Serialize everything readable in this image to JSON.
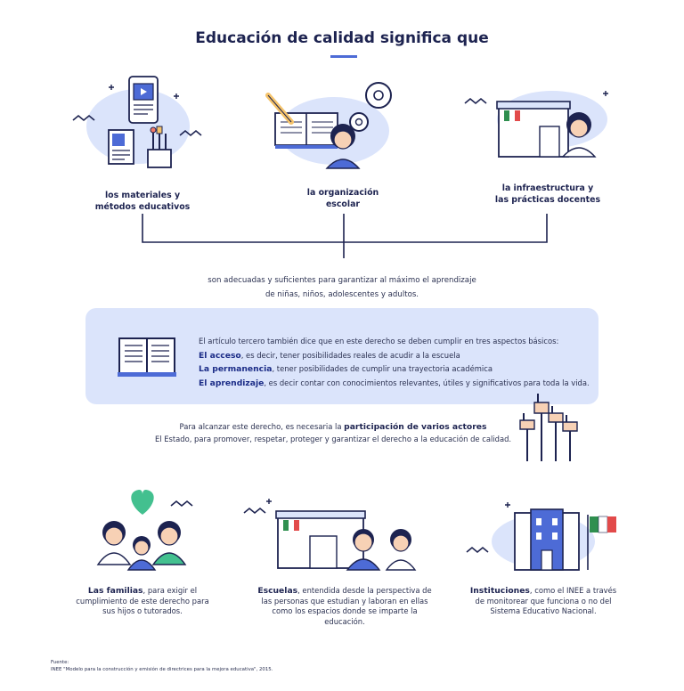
{
  "title": "Educación de calidad significa que",
  "pillars": [
    {
      "line1": "los materiales y",
      "line2": "métodos educativos"
    },
    {
      "line1": "la organización",
      "line2": "escolar"
    },
    {
      "line1": "la infraestructura y",
      "line2": "las prácticas docentes"
    }
  ],
  "summary": {
    "line1": "son adecuadas y suficientes para garantizar al máximo el aprendizaje",
    "line2": "de niñas, niños, adolescentes y adultos."
  },
  "article": {
    "intro": "El artículo tercero también dice que en este derecho se deben cumplir en tres aspectos básicos:",
    "items": [
      {
        "term": "El acceso",
        "rest": ", es decir, tener posibilidades reales de acudir a la escuela"
      },
      {
        "term": "La permanencia",
        "rest": ", tener posibilidades de cumplir una trayectoria académica"
      },
      {
        "term": "El aprendizaje",
        "rest": ", es decir contar con conocimientos relevantes, útiles y significativos para toda la vida."
      }
    ]
  },
  "actors": {
    "pre": "Para alcanzar este derecho, es necesaria la",
    "bold": "participación de varios actores",
    "line2": "El Estado, para promover, respetar, proteger y garantizar el derecho a la educación de calidad."
  },
  "bottom": [
    {
      "bold": "Las familias",
      "text1": ", para exigir el",
      "text2": "cumplimiento de este derecho para",
      "text3": "sus hijos o tutorados.",
      "text4": ""
    },
    {
      "bold": "Escuelas",
      "text1": ", entendida desde la perspectiva de",
      "text2": "las personas que estudian y laboran en ellas",
      "text3": "como los espacios donde se imparte la",
      "text4": "educación."
    },
    {
      "bold": "Instituciones",
      "text1": ", como el INEE a través",
      "text2": "de monitorear que funciona o no del",
      "text3": "Sistema Educativo Nacional.",
      "text4": ""
    }
  ],
  "source": {
    "label": "Fuente:",
    "text": "INEE \"Modelo para la construcción y emisión de directrices para la mejora educativa\", 2015."
  },
  "colors": {
    "navy": "#1d2350",
    "accent": "#4d6bd6",
    "box": "#dbe4fb",
    "blob": "#dbe4fb"
  }
}
